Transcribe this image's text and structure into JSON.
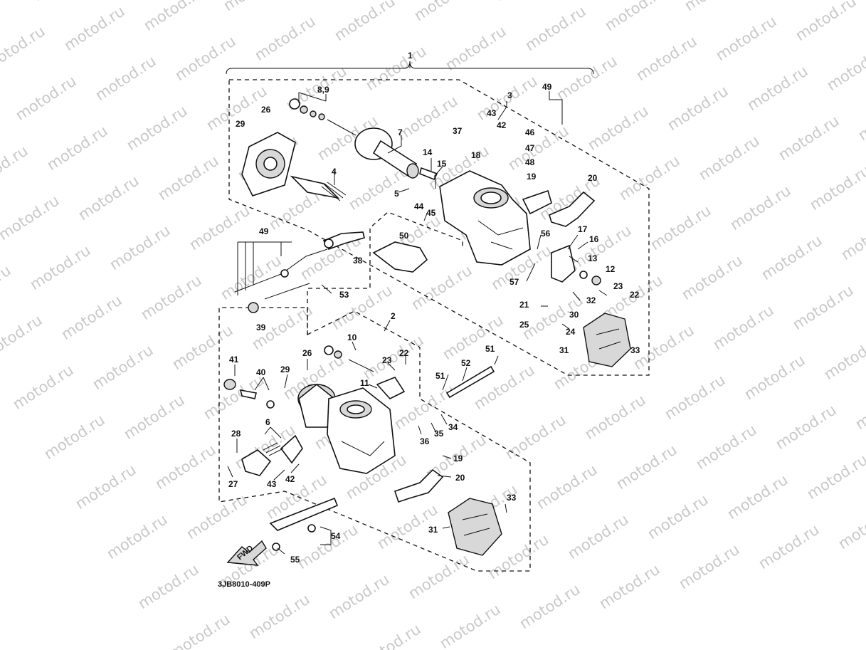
{
  "watermark": "motod.ru",
  "drawing_code": "3JB8010-409P",
  "fwd_label": "FWD",
  "callouts": [
    {
      "id": "c1",
      "text": "1"
    },
    {
      "id": "c89",
      "text": "8,9"
    },
    {
      "id": "c3a",
      "text": "3"
    },
    {
      "id": "c49a",
      "text": "49"
    },
    {
      "id": "c26a",
      "text": "26"
    },
    {
      "id": "c29a",
      "text": "29"
    },
    {
      "id": "c7",
      "text": "7"
    },
    {
      "id": "c43a",
      "text": "43"
    },
    {
      "id": "c42a",
      "text": "42"
    },
    {
      "id": "c37",
      "text": "37"
    },
    {
      "id": "c46",
      "text": "46"
    },
    {
      "id": "c47",
      "text": "47"
    },
    {
      "id": "c48",
      "text": "48"
    },
    {
      "id": "c14",
      "text": "14"
    },
    {
      "id": "c18",
      "text": "18"
    },
    {
      "id": "c15",
      "text": "15"
    },
    {
      "id": "c19a",
      "text": "19"
    },
    {
      "id": "c4",
      "text": "4"
    },
    {
      "id": "c20a",
      "text": "20"
    },
    {
      "id": "c5",
      "text": "5"
    },
    {
      "id": "c44",
      "text": "44"
    },
    {
      "id": "c45",
      "text": "45"
    },
    {
      "id": "c17",
      "text": "17"
    },
    {
      "id": "c16",
      "text": "16"
    },
    {
      "id": "c49b",
      "text": "49"
    },
    {
      "id": "c50",
      "text": "50"
    },
    {
      "id": "c56",
      "text": "56"
    },
    {
      "id": "c13",
      "text": "13"
    },
    {
      "id": "c38",
      "text": "38"
    },
    {
      "id": "c12",
      "text": "12"
    },
    {
      "id": "c57",
      "text": "57"
    },
    {
      "id": "c23a",
      "text": "23"
    },
    {
      "id": "c53",
      "text": "53"
    },
    {
      "id": "c22a",
      "text": "22"
    },
    {
      "id": "c32",
      "text": "32"
    },
    {
      "id": "c21",
      "text": "21"
    },
    {
      "id": "c30",
      "text": "30"
    },
    {
      "id": "c39",
      "text": "39"
    },
    {
      "id": "c2",
      "text": "2"
    },
    {
      "id": "c25",
      "text": "25"
    },
    {
      "id": "c24",
      "text": "24"
    },
    {
      "id": "c33a",
      "text": "33"
    },
    {
      "id": "c31a",
      "text": "31"
    },
    {
      "id": "c10",
      "text": "10"
    },
    {
      "id": "c51a",
      "text": "51"
    },
    {
      "id": "c41",
      "text": "41"
    },
    {
      "id": "c26b",
      "text": "26"
    },
    {
      "id": "c23b",
      "text": "23"
    },
    {
      "id": "c22b",
      "text": "22"
    },
    {
      "id": "c52",
      "text": "52"
    },
    {
      "id": "c40",
      "text": "40"
    },
    {
      "id": "c29b",
      "text": "29"
    },
    {
      "id": "c11",
      "text": "11"
    },
    {
      "id": "c51b",
      "text": "51"
    },
    {
      "id": "c6",
      "text": "6"
    },
    {
      "id": "c34",
      "text": "34"
    },
    {
      "id": "c35",
      "text": "35"
    },
    {
      "id": "c36",
      "text": "36"
    },
    {
      "id": "c28",
      "text": "28"
    },
    {
      "id": "c19b",
      "text": "19"
    },
    {
      "id": "c20b",
      "text": "20"
    },
    {
      "id": "c27",
      "text": "27"
    },
    {
      "id": "c43b",
      "text": "43"
    },
    {
      "id": "c42b",
      "text": "42"
    },
    {
      "id": "c33b",
      "text": "33"
    },
    {
      "id": "c31b",
      "text": "31"
    },
    {
      "id": "c54",
      "text": "54"
    },
    {
      "id": "c55",
      "text": "55"
    }
  ]
}
